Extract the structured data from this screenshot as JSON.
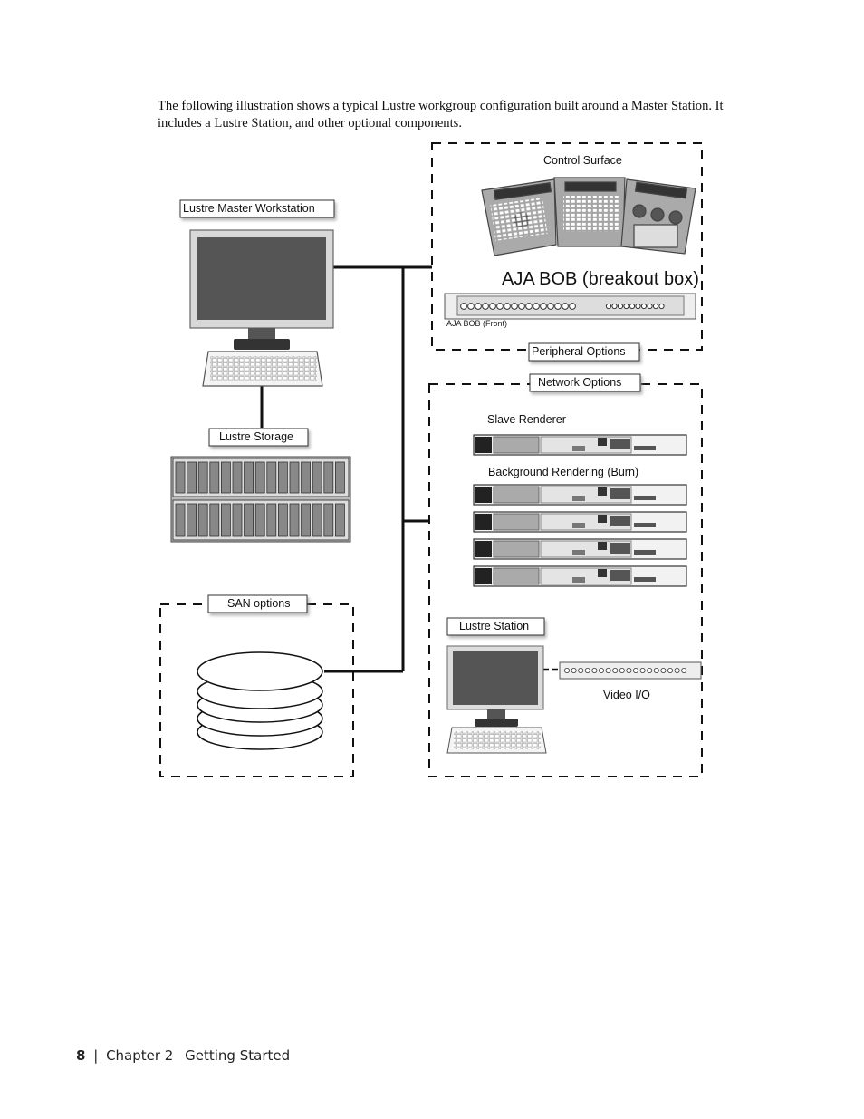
{
  "intro": {
    "line1": "The following illustration shows a typical Lustre workgroup configuration built around a Master Station. It",
    "line2": "includes a Lustre Station, and other optional components."
  },
  "diagram": {
    "master_workstation": "Lustre Master Workstation",
    "lustre_storage": "Lustre Storage",
    "san_options": "SAN options",
    "control_surface": "Control Surface",
    "aja_bob": "AJA BOB (breakout box)",
    "aja_bob_front": "AJA BOB (Front)",
    "peripheral_options": "Peripheral Options",
    "network_options": "Network Options",
    "slave_renderer": "Slave Renderer",
    "background_rendering": "Background Rendering (Burn)",
    "lustre_station": "Lustre Station",
    "video_io": "Video I/O"
  },
  "footer": {
    "page": "8",
    "separator": "|",
    "chapter": "Chapter 2",
    "title": "Getting Started"
  }
}
